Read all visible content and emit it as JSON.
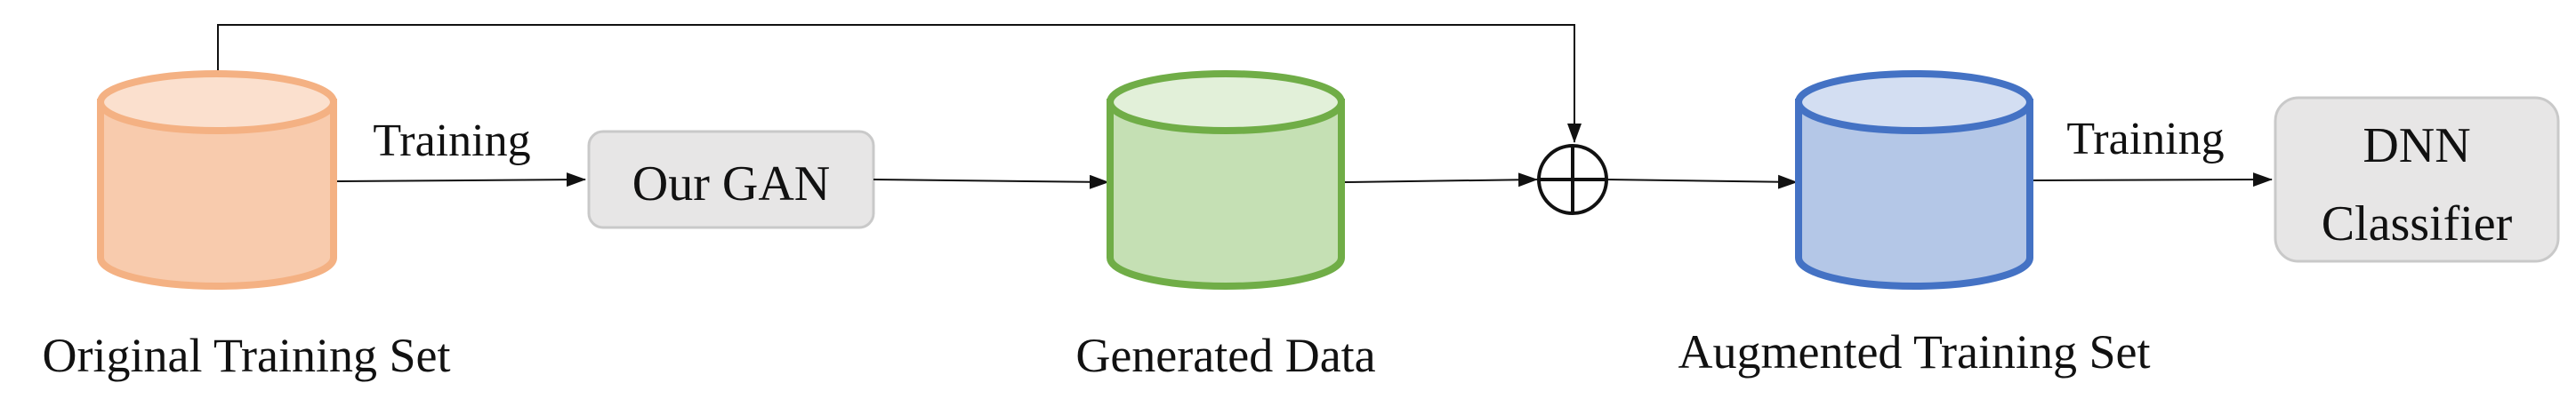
{
  "nodes": {
    "original_set": {
      "label": "Original Training Set",
      "fill": "#f8cbad",
      "top_fill": "#fbe0ce",
      "stroke": "#f4b183"
    },
    "gan_box": {
      "label": "Our GAN",
      "fill": "#e7e6e6",
      "stroke": "#c9c9c9"
    },
    "generated_data": {
      "label": "Generated Data",
      "fill": "#c5e0b4",
      "top_fill": "#e2f0d9",
      "stroke": "#70ad47"
    },
    "augmented_set": {
      "label": "Augmented Training Set",
      "fill": "#b4c7e7",
      "top_fill": "#d3def2",
      "stroke": "#4472c4"
    },
    "classifier_box": {
      "label_line1": "DNN",
      "label_line2": "Classifier",
      "fill": "#e7e6e6",
      "stroke": "#c9c9c9"
    },
    "combine_op": {
      "symbol": "circled-plus"
    }
  },
  "edges": {
    "original_to_gan": {
      "label": "Training"
    },
    "augmented_to_classifier": {
      "label": "Training"
    }
  }
}
